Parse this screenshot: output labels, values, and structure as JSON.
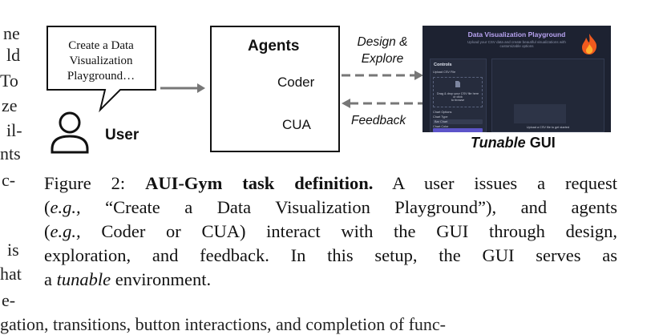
{
  "prev_column_fragments": [
    "ne",
    "ld",
    "To",
    "ze",
    "il-",
    "nts",
    "c-",
    "is",
    "hat",
    "e-"
  ],
  "figure": {
    "request_bubble": "Create a Data Visualization Playground…",
    "user_label": "User",
    "agents_title": "Agents",
    "agents": [
      "Coder",
      "CUA"
    ],
    "design_label_line1": "Design &",
    "design_label_line2": "Explore",
    "feedback_label": "Feedback",
    "gui": {
      "title": "Data Visualization Playground",
      "subtitle_line1": "Upload your CSV data and create beautiful visualizations with",
      "subtitle_line2": "customizable options",
      "controls_label": "Controls",
      "upload_label": "Upload CSV File",
      "drop_hint_line1": "Drag & drop your CSV file here or click",
      "drop_hint_line2": "to browse",
      "chart_options_label": "Chart Options",
      "chart_type_label": "Chart Type",
      "chart_type_value": "Bar Chart",
      "chart_color_label": "Chart Color",
      "plot_hint": "Upload a CSV file to get started",
      "flame_icon": "flame-icon"
    },
    "tunable_italic": "Tunable",
    "tunable_rest": "GUI",
    "colors": {
      "arrow": "#777777",
      "gui_bg": "#1d2231",
      "gui_title": "#b9a4f2",
      "snowflake": "#7fb5e8",
      "flame": "#f05a1e"
    }
  },
  "caption": {
    "prefix": "Figure 2:",
    "bold": "AUI-Gym task definition.",
    "l1_rest": "A user issues a request",
    "l2_open": "(",
    "l2_eg": "e.g.,",
    "l2_rest": "“Create a Data Visualization Playground”), and agents",
    "l3_open": "(",
    "l3_eg": "e.g.,",
    "l3_rest": "Coder or CUA) interact with the GUI through design,",
    "l4": "exploration, and feedback. In this setup, the GUI serves as",
    "l5_a": "a",
    "l5_italic": "tunable",
    "l5_rest": "environment."
  },
  "next_column_fragment": "gation, transitions, button interactions, and completion of func-"
}
